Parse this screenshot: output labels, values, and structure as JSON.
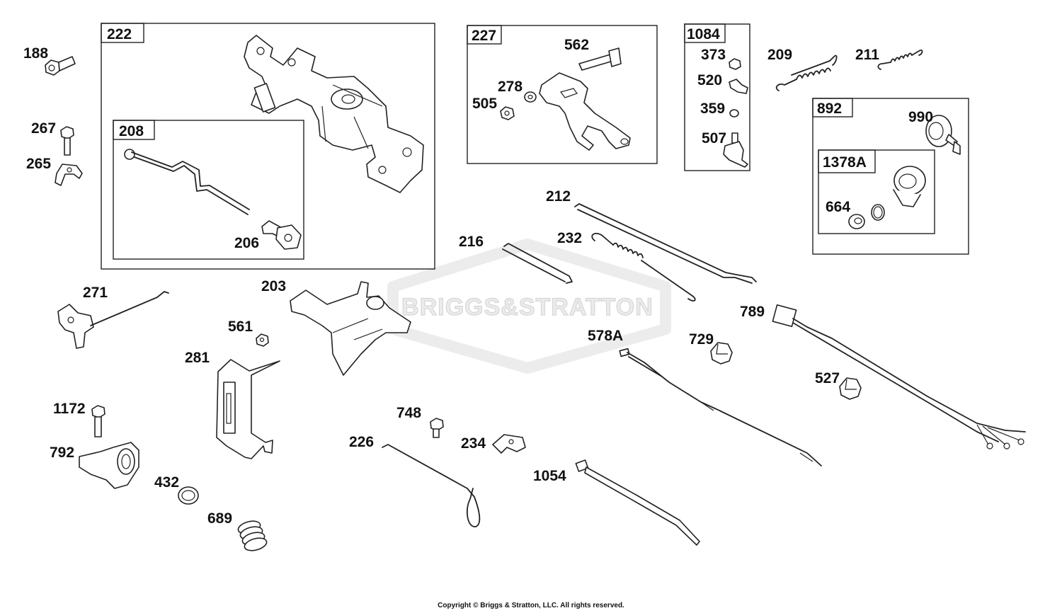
{
  "watermark": {
    "text": "BRIGGS&STRATTON"
  },
  "groups": [
    {
      "id": "222",
      "label": "222"
    },
    {
      "id": "208",
      "label": "208"
    },
    {
      "id": "227",
      "label": "227"
    },
    {
      "id": "1084",
      "label": "1084"
    },
    {
      "id": "892",
      "label": "892"
    },
    {
      "id": "1378A",
      "label": "1378A"
    }
  ],
  "callouts": {
    "p188": "188",
    "p267": "267",
    "p265": "265",
    "p206": "206",
    "p562": "562",
    "p278": "278",
    "p505": "505",
    "p373": "373",
    "p520": "520",
    "p359": "359",
    "p507": "507",
    "p209": "209",
    "p211": "211",
    "p990": "990",
    "p664": "664",
    "p212": "212",
    "p232": "232",
    "p216": "216",
    "p271": "271",
    "p203": "203",
    "p561": "561",
    "p281": "281",
    "p578A": "578A",
    "p729": "729",
    "p789": "789",
    "p527": "527",
    "p1172": "1172",
    "p792": "792",
    "p432": "432",
    "p689": "689",
    "p748": "748",
    "p226": "226",
    "p234": "234",
    "p1054": "1054"
  },
  "copyright": "Copyright © Briggs & Stratton, LLC. All rights reserved."
}
